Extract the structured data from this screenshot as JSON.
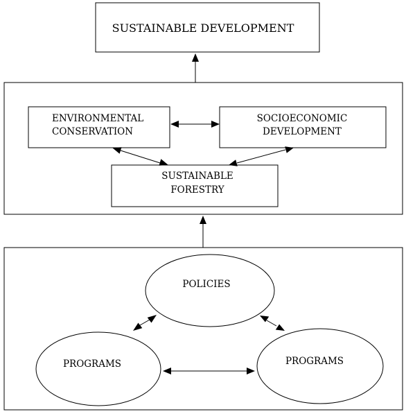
{
  "nodes": {
    "sustainable_development": "SUSTAINABLE DEVELOPMENT",
    "environmental_conservation": [
      "ENVIRONMENTAL",
      "CONSERVATION"
    ],
    "socioeconomic_development": [
      "SOCIOECONOMIC",
      "DEVELOPMENT"
    ],
    "sustainable_forestry": [
      "SUSTAINABLE",
      "FORESTRY"
    ],
    "policies": "POLICIES",
    "programs_left": "PROGRAMS",
    "programs_right": "PROGRAMS"
  },
  "edges": [
    {
      "from": "middle_panel",
      "to": "sustainable_development",
      "direction": "one-way"
    },
    {
      "from": "bottom_panel",
      "to": "middle_panel",
      "direction": "one-way"
    },
    {
      "from": "environmental_conservation",
      "to": "socioeconomic_development",
      "direction": "two-way"
    },
    {
      "from": "environmental_conservation",
      "to": "sustainable_forestry",
      "direction": "two-way"
    },
    {
      "from": "socioeconomic_development",
      "to": "sustainable_forestry",
      "direction": "two-way"
    },
    {
      "from": "policies",
      "to": "programs_left",
      "direction": "two-way"
    },
    {
      "from": "policies",
      "to": "programs_right",
      "direction": "two-way"
    },
    {
      "from": "programs_left",
      "to": "programs_right",
      "direction": "two-way"
    }
  ]
}
